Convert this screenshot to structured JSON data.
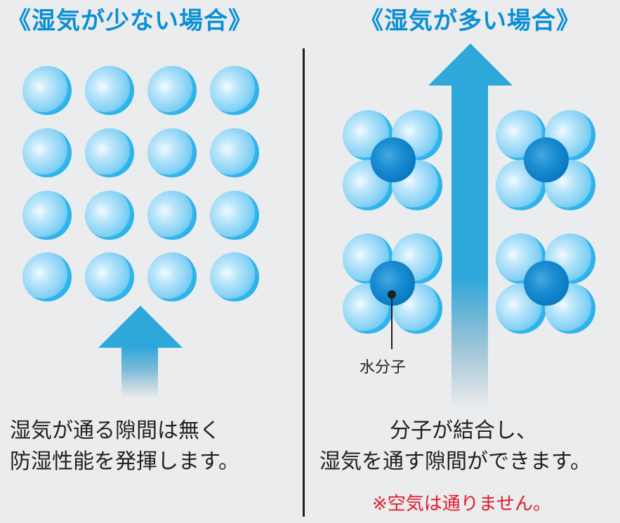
{
  "left_panel": {
    "title": "《湿気が少ない場合》",
    "grid": {
      "rows": 4,
      "cols": 4
    },
    "caption_line1": "湿気が通る隙間は無く",
    "caption_line2": "防湿性能を発揮します。"
  },
  "right_panel": {
    "title": "《湿気が多い場合》",
    "cluster_count": 4,
    "molecule_label": "水分子",
    "caption_line1": "分子が結合し、",
    "caption_line2": "湿気を通す隙間ができます。",
    "note": "※空気は通りません。"
  },
  "colors": {
    "title_blue": "#0a8fd6",
    "arrow_blue": "#2ea8da",
    "ball_blue": "#31b3ec",
    "core_blue": "#0d7cc4",
    "note_red": "#e11b2c",
    "text_dark": "#231f20",
    "background": "#ebeced"
  }
}
